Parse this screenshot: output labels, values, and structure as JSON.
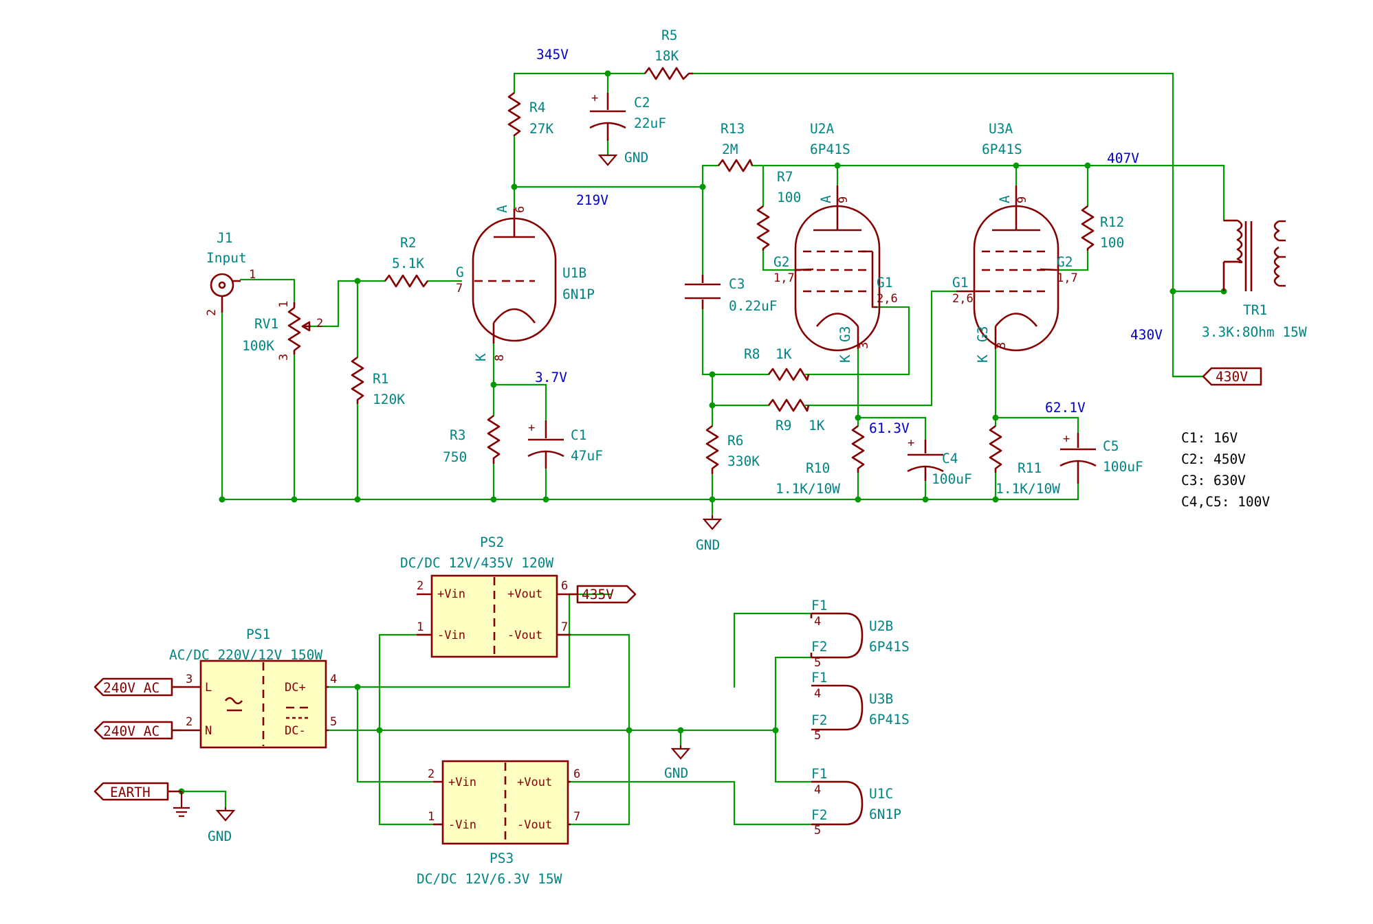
{
  "net_labels": {
    "v345": "345V",
    "v219": "219V",
    "v3_7": "3.7V",
    "v407": "407V",
    "v430": "430V",
    "v61_3": "61.3V",
    "v62_1": "62.1V"
  },
  "components": {
    "J1": {
      "ref": "J1",
      "value": "Input",
      "pin1": "1",
      "pin2": "2"
    },
    "RV1": {
      "ref": "RV1",
      "value": "100K",
      "pin1": "1",
      "pin2": "2",
      "pin3": "3"
    },
    "R1": {
      "ref": "R1",
      "value": "120K"
    },
    "R2": {
      "ref": "R2",
      "value": "5.1K"
    },
    "R3": {
      "ref": "R3",
      "value": "750"
    },
    "R4": {
      "ref": "R4",
      "value": "27K"
    },
    "R5": {
      "ref": "R5",
      "value": "18K"
    },
    "R6": {
      "ref": "R6",
      "value": "330K"
    },
    "R7": {
      "ref": "R7",
      "value": "100"
    },
    "R8": {
      "ref": "R8",
      "value": "1K"
    },
    "R9": {
      "ref": "R9",
      "value": "1K"
    },
    "R10": {
      "ref": "R10",
      "value": "1.1K/10W"
    },
    "R11": {
      "ref": "R11",
      "value": "1.1K/10W"
    },
    "R12": {
      "ref": "R12",
      "value": "100"
    },
    "R13": {
      "ref": "R13",
      "value": "2M"
    },
    "C1": {
      "ref": "C1",
      "value": "47uF"
    },
    "C2": {
      "ref": "C2",
      "value": "22uF"
    },
    "C3": {
      "ref": "C3",
      "value": "0.22uF"
    },
    "C4": {
      "ref": "C4",
      "value": "100uF"
    },
    "C5": {
      "ref": "C5",
      "value": "100uF"
    },
    "U1B": {
      "ref": "U1B",
      "value": "6N1P",
      "pin_a": "A",
      "pin_a_num": "6",
      "pin_g": "G",
      "pin_g_num": "7",
      "pin_k": "K",
      "pin_k_num": "8"
    },
    "U2A": {
      "ref": "U2A",
      "value": "6P41S",
      "pin_a": "A",
      "pin_a_num": "9",
      "pin_g2": "G2",
      "pin_g2_num": "1,7",
      "pin_g1": "G1",
      "pin_g1_num": "2,6",
      "pin_k": "K",
      "pin_g3": "G3",
      "pin_k_num": "3"
    },
    "U3A": {
      "ref": "U3A",
      "value": "6P41S",
      "pin_a": "A",
      "pin_a_num": "9",
      "pin_g2": "G2",
      "pin_g2_num": "1,7",
      "pin_g1": "G1",
      "pin_g1_num": "2,6",
      "pin_k": "K",
      "pin_g3": "G3",
      "pin_k_num": "3"
    },
    "TR1": {
      "ref": "TR1",
      "value": "3.3K:8Ohm 15W"
    },
    "PS1": {
      "ref": "PS1",
      "value": "AC/DC 220V/12V 150W",
      "L": "L",
      "N": "N",
      "dcp": "DC+",
      "dcm": "DC-",
      "p3": "3",
      "p2": "2",
      "p4": "4",
      "p5": "5"
    },
    "PS2": {
      "ref": "PS2",
      "value": "DC/DC 12V/435V 120W",
      "vin_p": "+Vin",
      "vin_m": "-Vin",
      "vout_p": "+Vout",
      "vout_m": "-Vout",
      "p2": "2",
      "p1": "1",
      "p6": "6",
      "p7": "7"
    },
    "PS3": {
      "ref": "PS3",
      "value": "DC/DC 12V/6.3V 15W",
      "vin_p": "+Vin",
      "vin_m": "-Vin",
      "vout_p": "+Vout",
      "vout_m": "-Vout",
      "p2": "2",
      "p1": "1",
      "p6": "6",
      "p7": "7"
    },
    "U2B": {
      "ref": "U2B",
      "value": "6P41S",
      "f1": "F1",
      "f1_num": "4",
      "f2": "F2",
      "f2_num": "5"
    },
    "U3B": {
      "ref": "U3B",
      "value": "6P41S",
      "f1": "F1",
      "f1_num": "4",
      "f2": "F2",
      "f2_num": "5"
    },
    "U1C": {
      "ref": "U1C",
      "value": "6N1P",
      "f1": "F1",
      "f1_num": "4",
      "f2": "F2",
      "f2_num": "5"
    }
  },
  "power_labels": {
    "gnd": "GND",
    "label_430": "430V",
    "label_435": "435V",
    "ac_240_l": "240V AC",
    "ac_240_n": "240V AC",
    "earth": "EARTH"
  },
  "notes": {
    "c1": "C1: 16V",
    "c2": "C2: 450V",
    "c3": "C3: 630V",
    "c45": "C4,C5: 100V"
  }
}
